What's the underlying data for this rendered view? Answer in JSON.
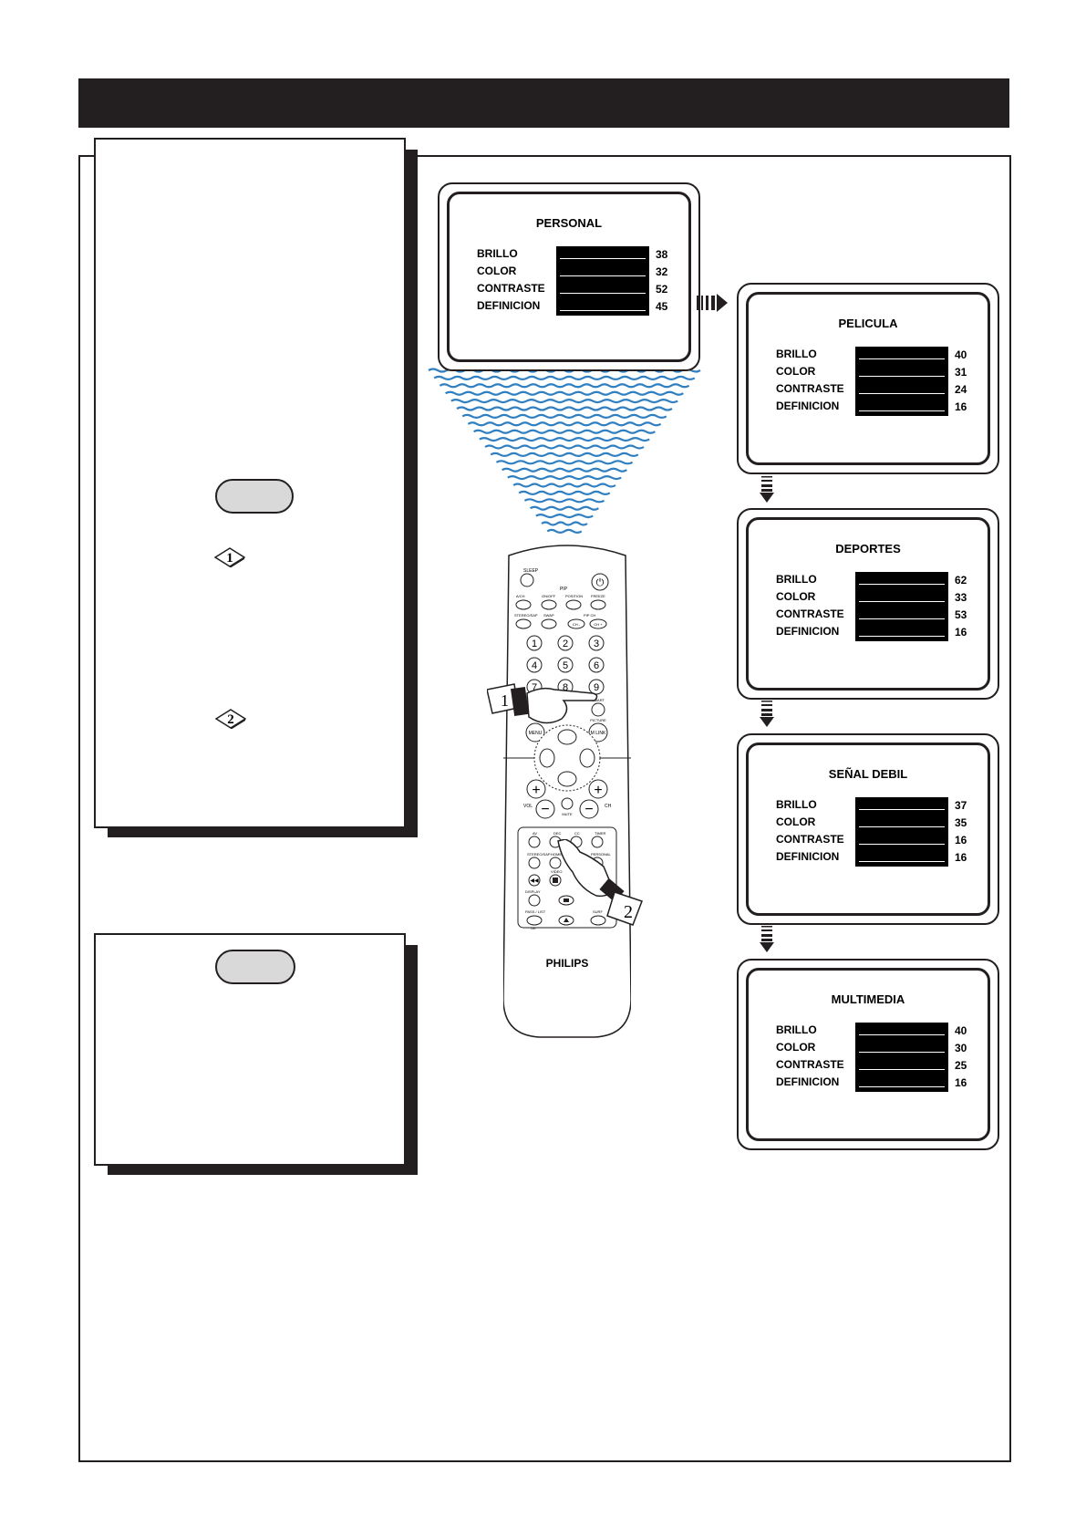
{
  "menus": [
    {
      "title": "PERSONAL",
      "rows": [
        {
          "label": "BRILLO",
          "value": "38"
        },
        {
          "label": "COLOR",
          "value": "32"
        },
        {
          "label": "CONTRASTE",
          "value": "52"
        },
        {
          "label": "DEFINICION",
          "value": "45"
        }
      ]
    },
    {
      "title": "PELICULA",
      "rows": [
        {
          "label": "BRILLO",
          "value": "40"
        },
        {
          "label": "COLOR",
          "value": "31"
        },
        {
          "label": "CONTRASTE",
          "value": "24"
        },
        {
          "label": "DEFINICION",
          "value": "16"
        }
      ]
    },
    {
      "title": "DEPORTES",
      "rows": [
        {
          "label": "BRILLO",
          "value": "62"
        },
        {
          "label": "COLOR",
          "value": "33"
        },
        {
          "label": "CONTRASTE",
          "value": "53"
        },
        {
          "label": "DEFINICION",
          "value": "16"
        }
      ]
    },
    {
      "title": "SEÑAL DEBIL",
      "rows": [
        {
          "label": "BRILLO",
          "value": "37"
        },
        {
          "label": "COLOR",
          "value": "35"
        },
        {
          "label": "CONTRASTE",
          "value": "16"
        },
        {
          "label": "DEFINICION",
          "value": "16"
        }
      ]
    },
    {
      "title": "MULTIMEDIA",
      "rows": [
        {
          "label": "BRILLO",
          "value": "40"
        },
        {
          "label": "COLOR",
          "value": "30"
        },
        {
          "label": "CONTRASTE",
          "value": "25"
        },
        {
          "label": "DEFINICION",
          "value": "16"
        }
      ]
    }
  ],
  "steps": {
    "one": "1",
    "two": "2"
  },
  "remote": {
    "brand": "PHILIPS",
    "labels": {
      "sleep": "SLEEP",
      "pip": "PIP",
      "ach": "A/CH",
      "onoff": "ON/OFF",
      "position": "POSITION",
      "freeze": "FREEZE",
      "stereo": "STEREO/SAP",
      "swap": "SWAP",
      "pipch": "PIP CH",
      "chminus": "CH -",
      "chplus": "CH +",
      "smart": "SMART",
      "picture": "PICTURE",
      "menu": "MENU",
      "mlink": "M LINK",
      "vol": "VOL",
      "ch": "CH",
      "mute": "MUTE",
      "av": "AV",
      "dec": "DEC",
      "cc": "CC",
      "timer": "TIMER",
      "home": "HOME",
      "personal": "PERSONAL",
      "video": "VIDEO",
      "display": "DISPLAY",
      "pass": "PASS / LIST",
      "ok": "OK",
      "surf": "SURF"
    },
    "digits": [
      "1",
      "2",
      "3",
      "4",
      "5",
      "6",
      "7",
      "8",
      "9"
    ]
  },
  "colors": {
    "ink": "#231f20",
    "waves": "#2f7fc1",
    "pill": "#d9d9d9"
  }
}
